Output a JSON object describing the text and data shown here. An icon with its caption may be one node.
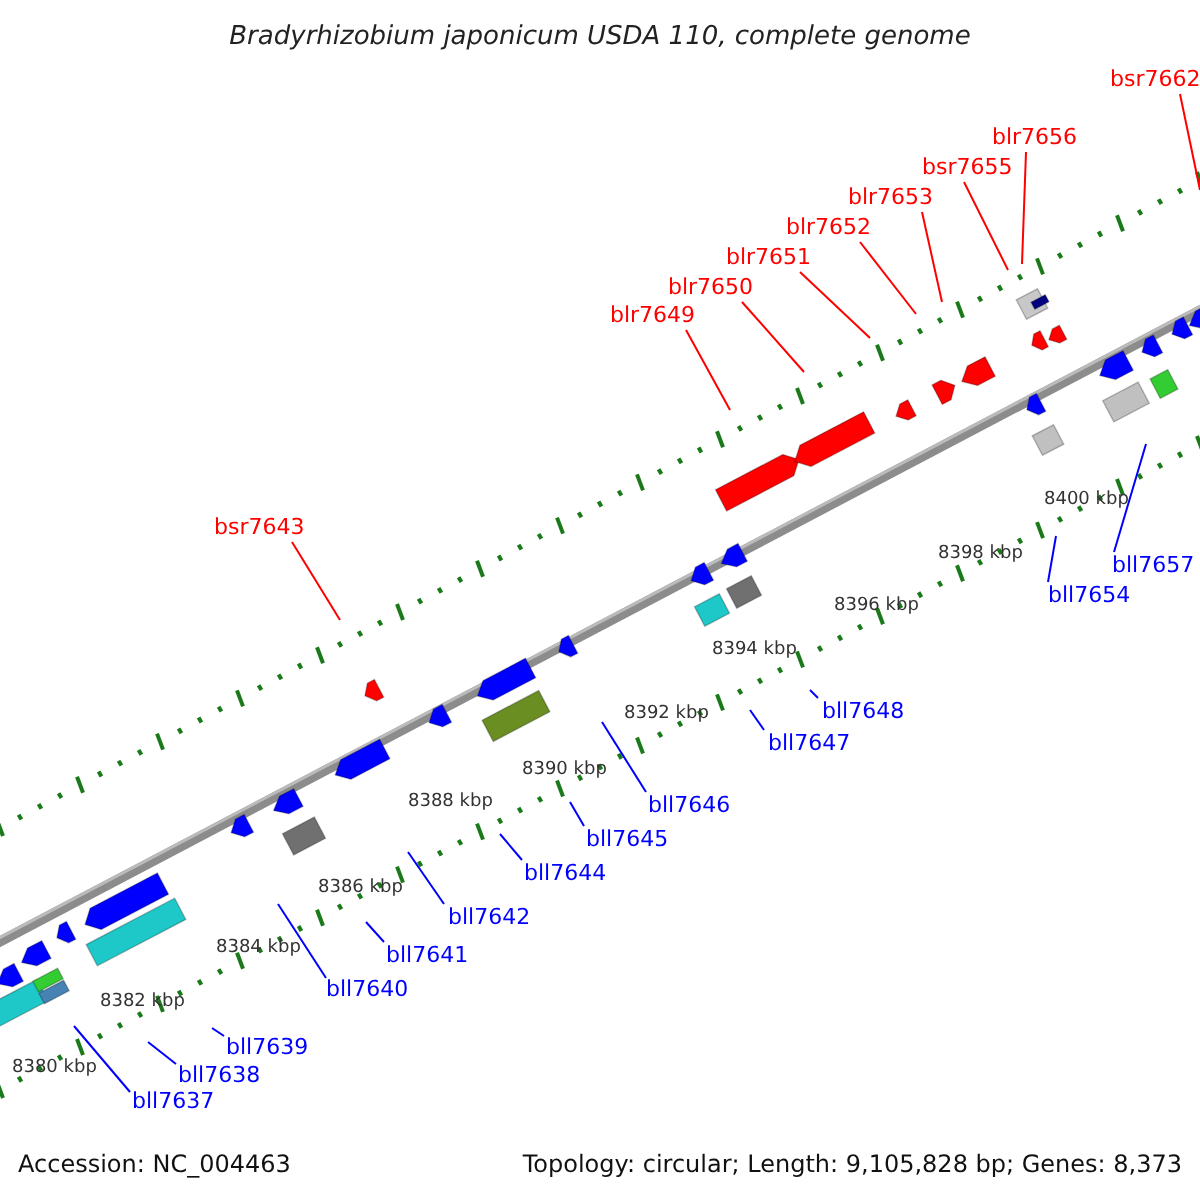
{
  "diagram": {
    "title": "Bradyrhizobium japonicum USDA 110, complete genome",
    "nodes": [
      {
        "text": [
          "bsr7662"
        ]
      },
      {
        "text": [
          "blr7656"
        ]
      },
      {
        "text": [
          "bsr7655"
        ]
      },
      {
        "text": [
          "blr7653"
        ]
      },
      {
        "text": [
          "blr7652"
        ]
      },
      {
        "text": [
          "blr7651"
        ]
      },
      {
        "text": [
          "blr7650"
        ]
      },
      {
        "text": [
          "blr7649"
        ]
      },
      {
        "text": [
          "bsr7643"
        ]
      },
      {
        "text": [
          "bll7657"
        ]
      },
      {
        "text": [
          "bll7654"
        ]
      },
      {
        "text": [
          "bll7648"
        ]
      },
      {
        "text": [
          "bll7647"
        ]
      },
      {
        "text": [
          "bll7646"
        ]
      },
      {
        "text": [
          "bll7645"
        ]
      },
      {
        "text": [
          "bll7644"
        ]
      },
      {
        "text": [
          "bll7642"
        ]
      },
      {
        "text": [
          "bll7641"
        ]
      },
      {
        "text": [
          "bll7640"
        ]
      },
      {
        "text": [
          "bll7639"
        ]
      },
      {
        "text": [
          "bll7638"
        ]
      },
      {
        "text": [
          "bll7637"
        ]
      }
    ],
    "edges": [
      {
        "from": 0,
        "to": null,
        "arrow": "none",
        "color": "#ff0000"
      },
      {
        "from": 1,
        "to": null,
        "arrow": "none",
        "color": "#ff0000"
      },
      {
        "from": 2,
        "to": null,
        "arrow": "none",
        "color": "#ff0000"
      },
      {
        "from": 3,
        "to": null,
        "arrow": "none",
        "color": "#ff0000"
      },
      {
        "from": 4,
        "to": null,
        "arrow": "none",
        "color": "#ff0000"
      },
      {
        "from": 5,
        "to": null,
        "arrow": "none",
        "color": "#ff0000"
      },
      {
        "from": 6,
        "to": null,
        "arrow": "none",
        "color": "#ff0000"
      },
      {
        "from": 7,
        "to": null,
        "arrow": "none",
        "color": "#ff0000"
      },
      {
        "from": 8,
        "to": null,
        "arrow": "none",
        "color": "#ff0000"
      },
      {
        "from": 9,
        "to": null,
        "arrow": "none"
      },
      {
        "from": 10,
        "to": null,
        "arrow": "none"
      },
      {
        "from": 11,
        "to": null,
        "arrow": "none"
      },
      {
        "from": 12,
        "to": null,
        "arrow": "none"
      },
      {
        "from": 13,
        "to": null,
        "arrow": "none"
      },
      {
        "from": 14,
        "to": null,
        "arrow": "none"
      },
      {
        "from": 15,
        "to": null,
        "arrow": "none"
      },
      {
        "from": 16,
        "to": null,
        "arrow": "none"
      },
      {
        "from": 17,
        "to": null,
        "arrow": "none"
      },
      {
        "from": 18,
        "to": null,
        "arrow": "none"
      },
      {
        "from": 19,
        "to": null,
        "arrow": "none"
      },
      {
        "from": 20,
        "to": null,
        "arrow": "none"
      },
      {
        "from": 21,
        "to": null,
        "arrow": "none"
      }
    ],
    "labels": [
      "8400 kbp",
      "8398 kbp",
      "8396 kbp",
      "8394 kbp",
      "8392 kbp",
      "8390 kbp",
      "8388 kbp",
      "8386 kbp",
      "8384 kbp",
      "8382 kbp",
      "8380 kbp",
      "Accession: NC_004463",
      "Topology: circular; Length: 9,105,828 bp; Genes: 8,373"
    ]
  }
}
